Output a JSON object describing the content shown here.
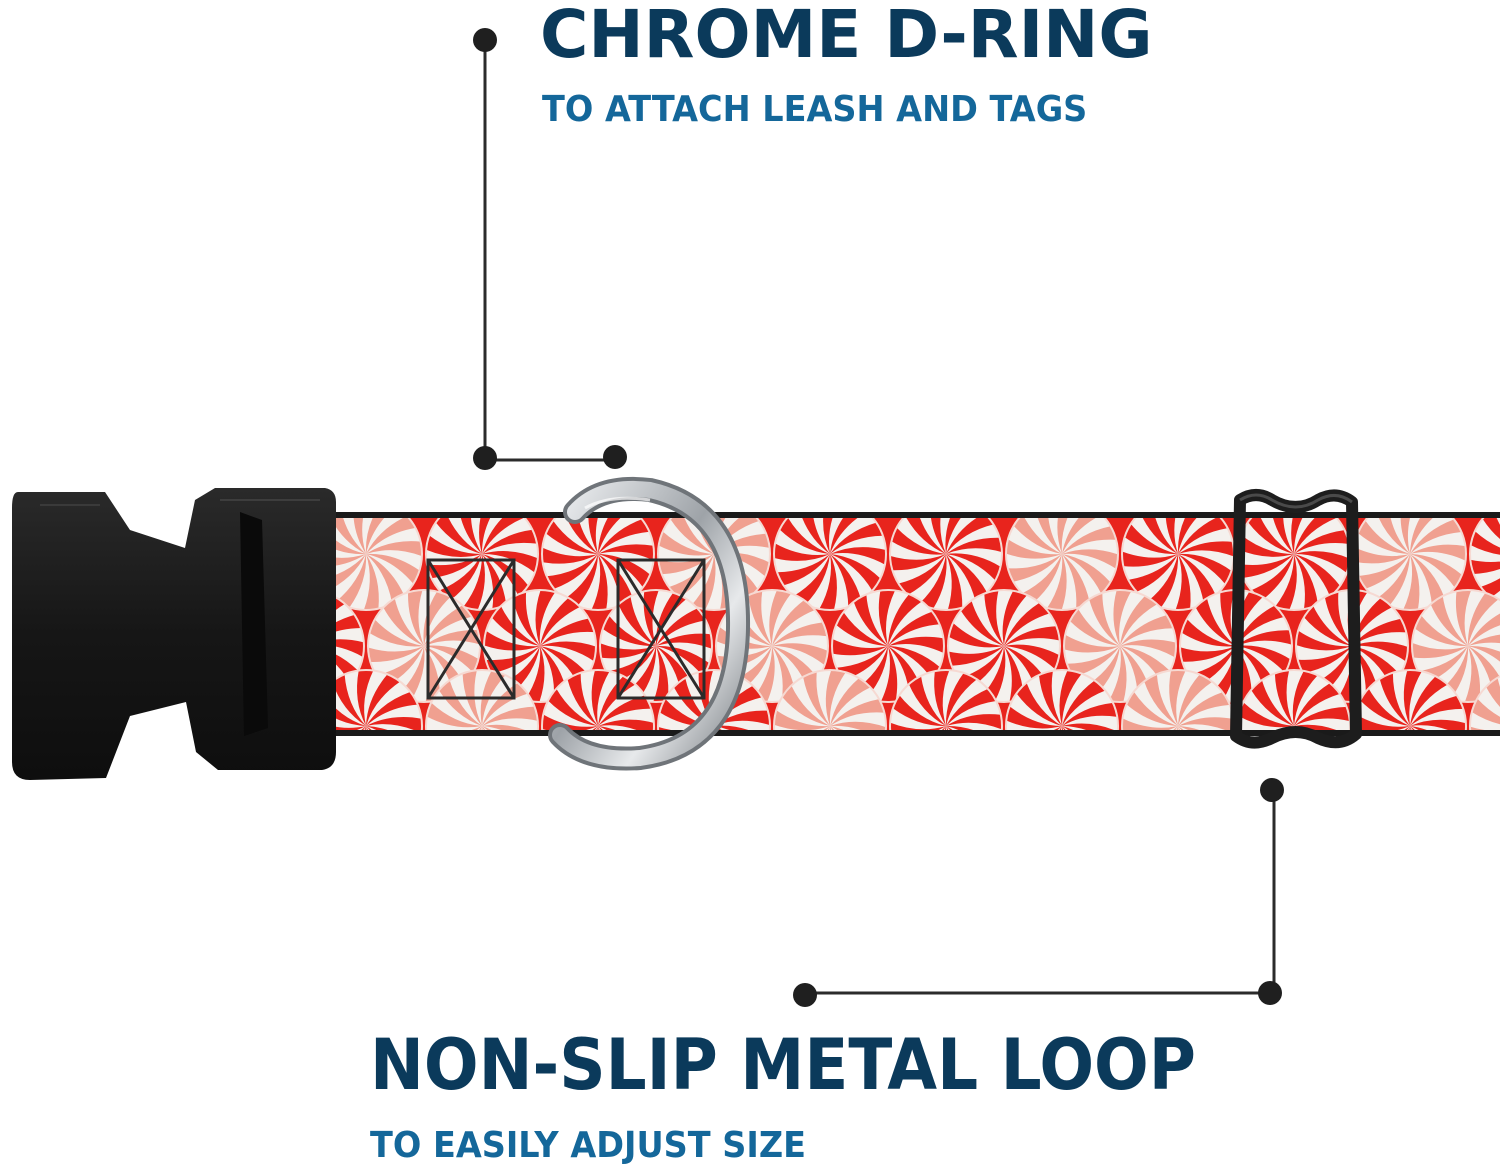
{
  "callouts": {
    "d_ring": {
      "title": "CHROME D-RING",
      "subtitle": "TO ATTACH LEASH AND TAGS"
    },
    "metal_loop": {
      "title": "NON-SLIP METAL LOOP",
      "subtitle": "TO EASILY ADJUST SIZE"
    }
  },
  "colors": {
    "title": "#0b3a5b",
    "subtitle": "#14679a",
    "leader_line": "#2b2b2b",
    "collar_red": "#e8241d",
    "collar_white": "#f4f1ee",
    "buckle": "#1c1c1c",
    "d_ring_chrome": "#b9bcc0",
    "loop": "#222222"
  },
  "product": {
    "pattern": "peppermint-swirl",
    "parts": [
      "plastic-side-release-buckle",
      "chrome-d-ring",
      "non-slip-metal-loop"
    ]
  }
}
